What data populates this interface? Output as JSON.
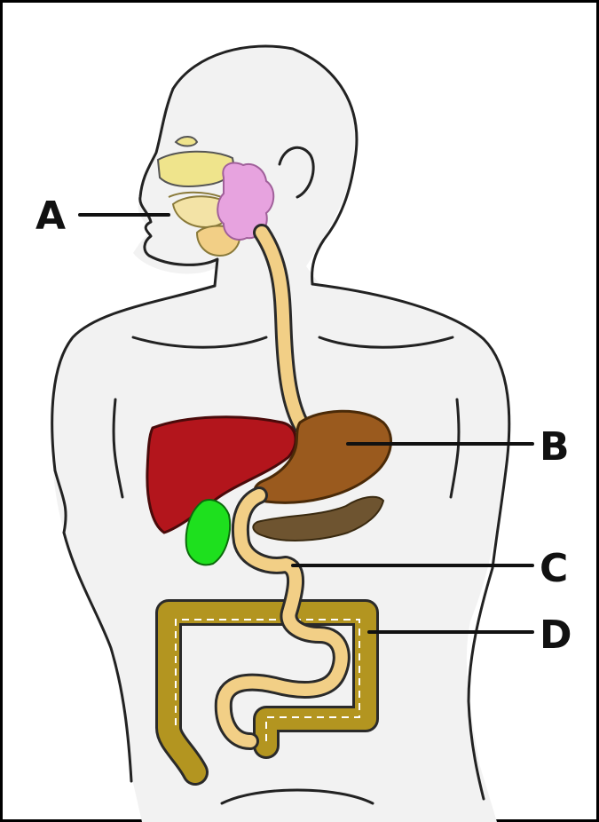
{
  "labels": {
    "a": "A",
    "b": "B",
    "c": "C",
    "d": "D"
  },
  "colors": {
    "skin": "#f2f2f2",
    "outline": "#222222",
    "liver": "#b3151c",
    "gallbladder": "#1ee01e",
    "stomach": "#9a5a1e",
    "pancreas": "#6e5430",
    "esophagus_small_intestine": "#f2cf86",
    "large_intestine": "#b39520",
    "salivary_gland": "#e7a3df",
    "nasal_region": "#efe48c"
  }
}
